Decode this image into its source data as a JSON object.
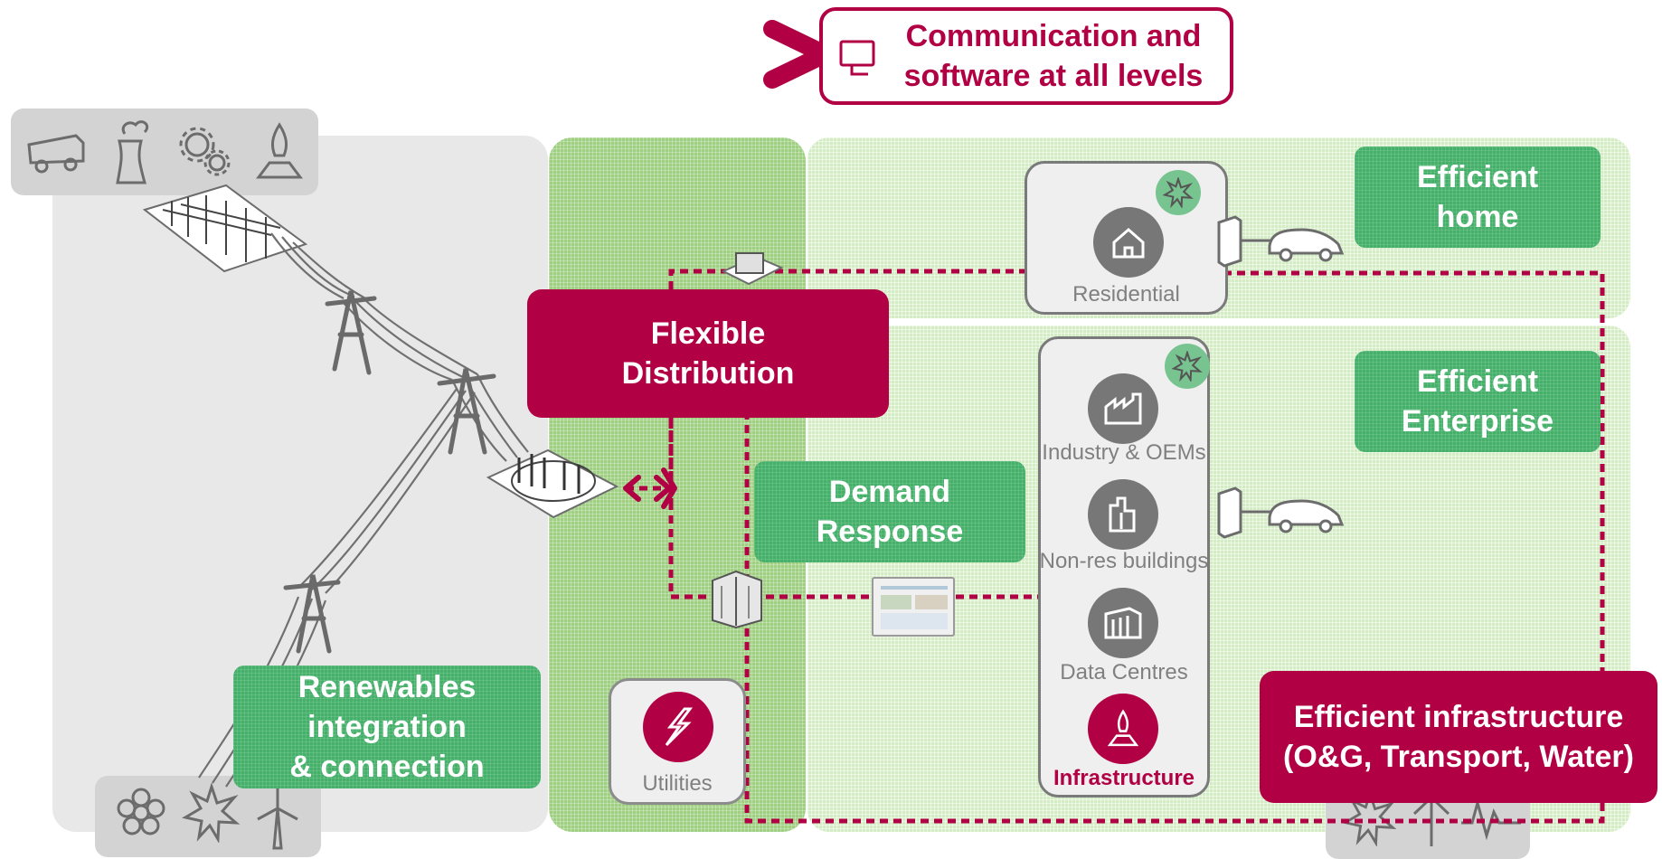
{
  "header": {
    "line1": "Communication and",
    "line2": "software at all levels"
  },
  "labels": {
    "efficient_home": [
      "Efficient",
      "home"
    ],
    "efficient_enterprise": [
      "Efficient",
      "Enterprise"
    ],
    "flexible_distribution": [
      "Flexible",
      "Distribution"
    ],
    "demand_response": [
      "Demand",
      "Response"
    ],
    "renewables": [
      "Renewables",
      "integration",
      "& connection"
    ],
    "efficient_infrastructure": [
      "Efficient infrastructure",
      "(O&G, Transport, Water)"
    ]
  },
  "nodes": {
    "residential": "Residential",
    "industry": "Industry & OEMs",
    "nonres": "Non-res buildings",
    "datacentres": "Data Centres",
    "infrastructure": "Infrastructure",
    "utilities": "Utilities"
  },
  "icons": {
    "top_left": [
      "truck-icon",
      "power-plant-icon",
      "gears-icon",
      "gas-flame-icon"
    ],
    "bottom_left": [
      "flower-icon",
      "sun-icon",
      "wind-turbine-icon"
    ],
    "bottom_right": [
      "sun-icon",
      "solar-tower-icon",
      "pulse-icon"
    ]
  },
  "colors": {
    "accent_red": "#b10044",
    "accent_green": "#45b06a",
    "grey": "#777777"
  }
}
